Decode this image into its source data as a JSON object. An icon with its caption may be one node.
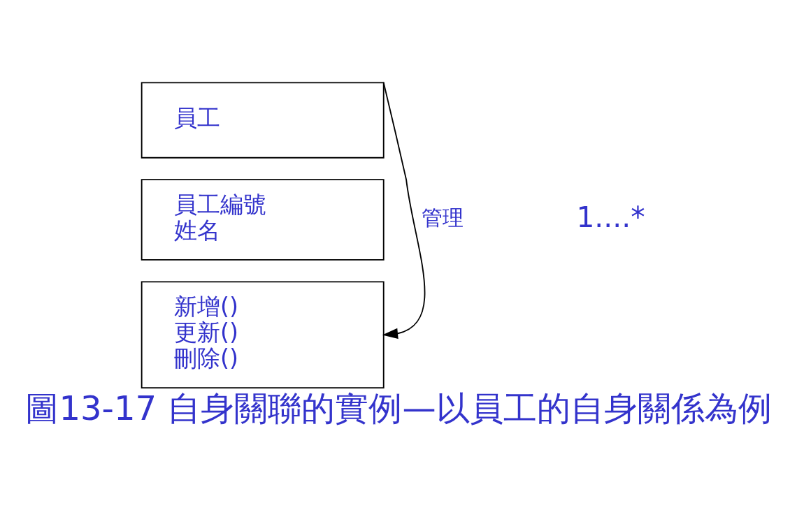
{
  "diagram": {
    "caption": "圖13-17 自身關聯的實例—以員工的自身關係為例",
    "nodes": [
      {
        "text": [
          "員工"
        ]
      },
      {
        "text": [
          "員工編號",
          "姓名"
        ]
      },
      {
        "text": [
          "新增()",
          "更新()",
          "刪除()"
        ]
      }
    ],
    "edges": [
      {
        "from": 0,
        "to": 2,
        "arrow": "to",
        "label": "管理"
      }
    ],
    "labels": [
      "1....*"
    ]
  }
}
